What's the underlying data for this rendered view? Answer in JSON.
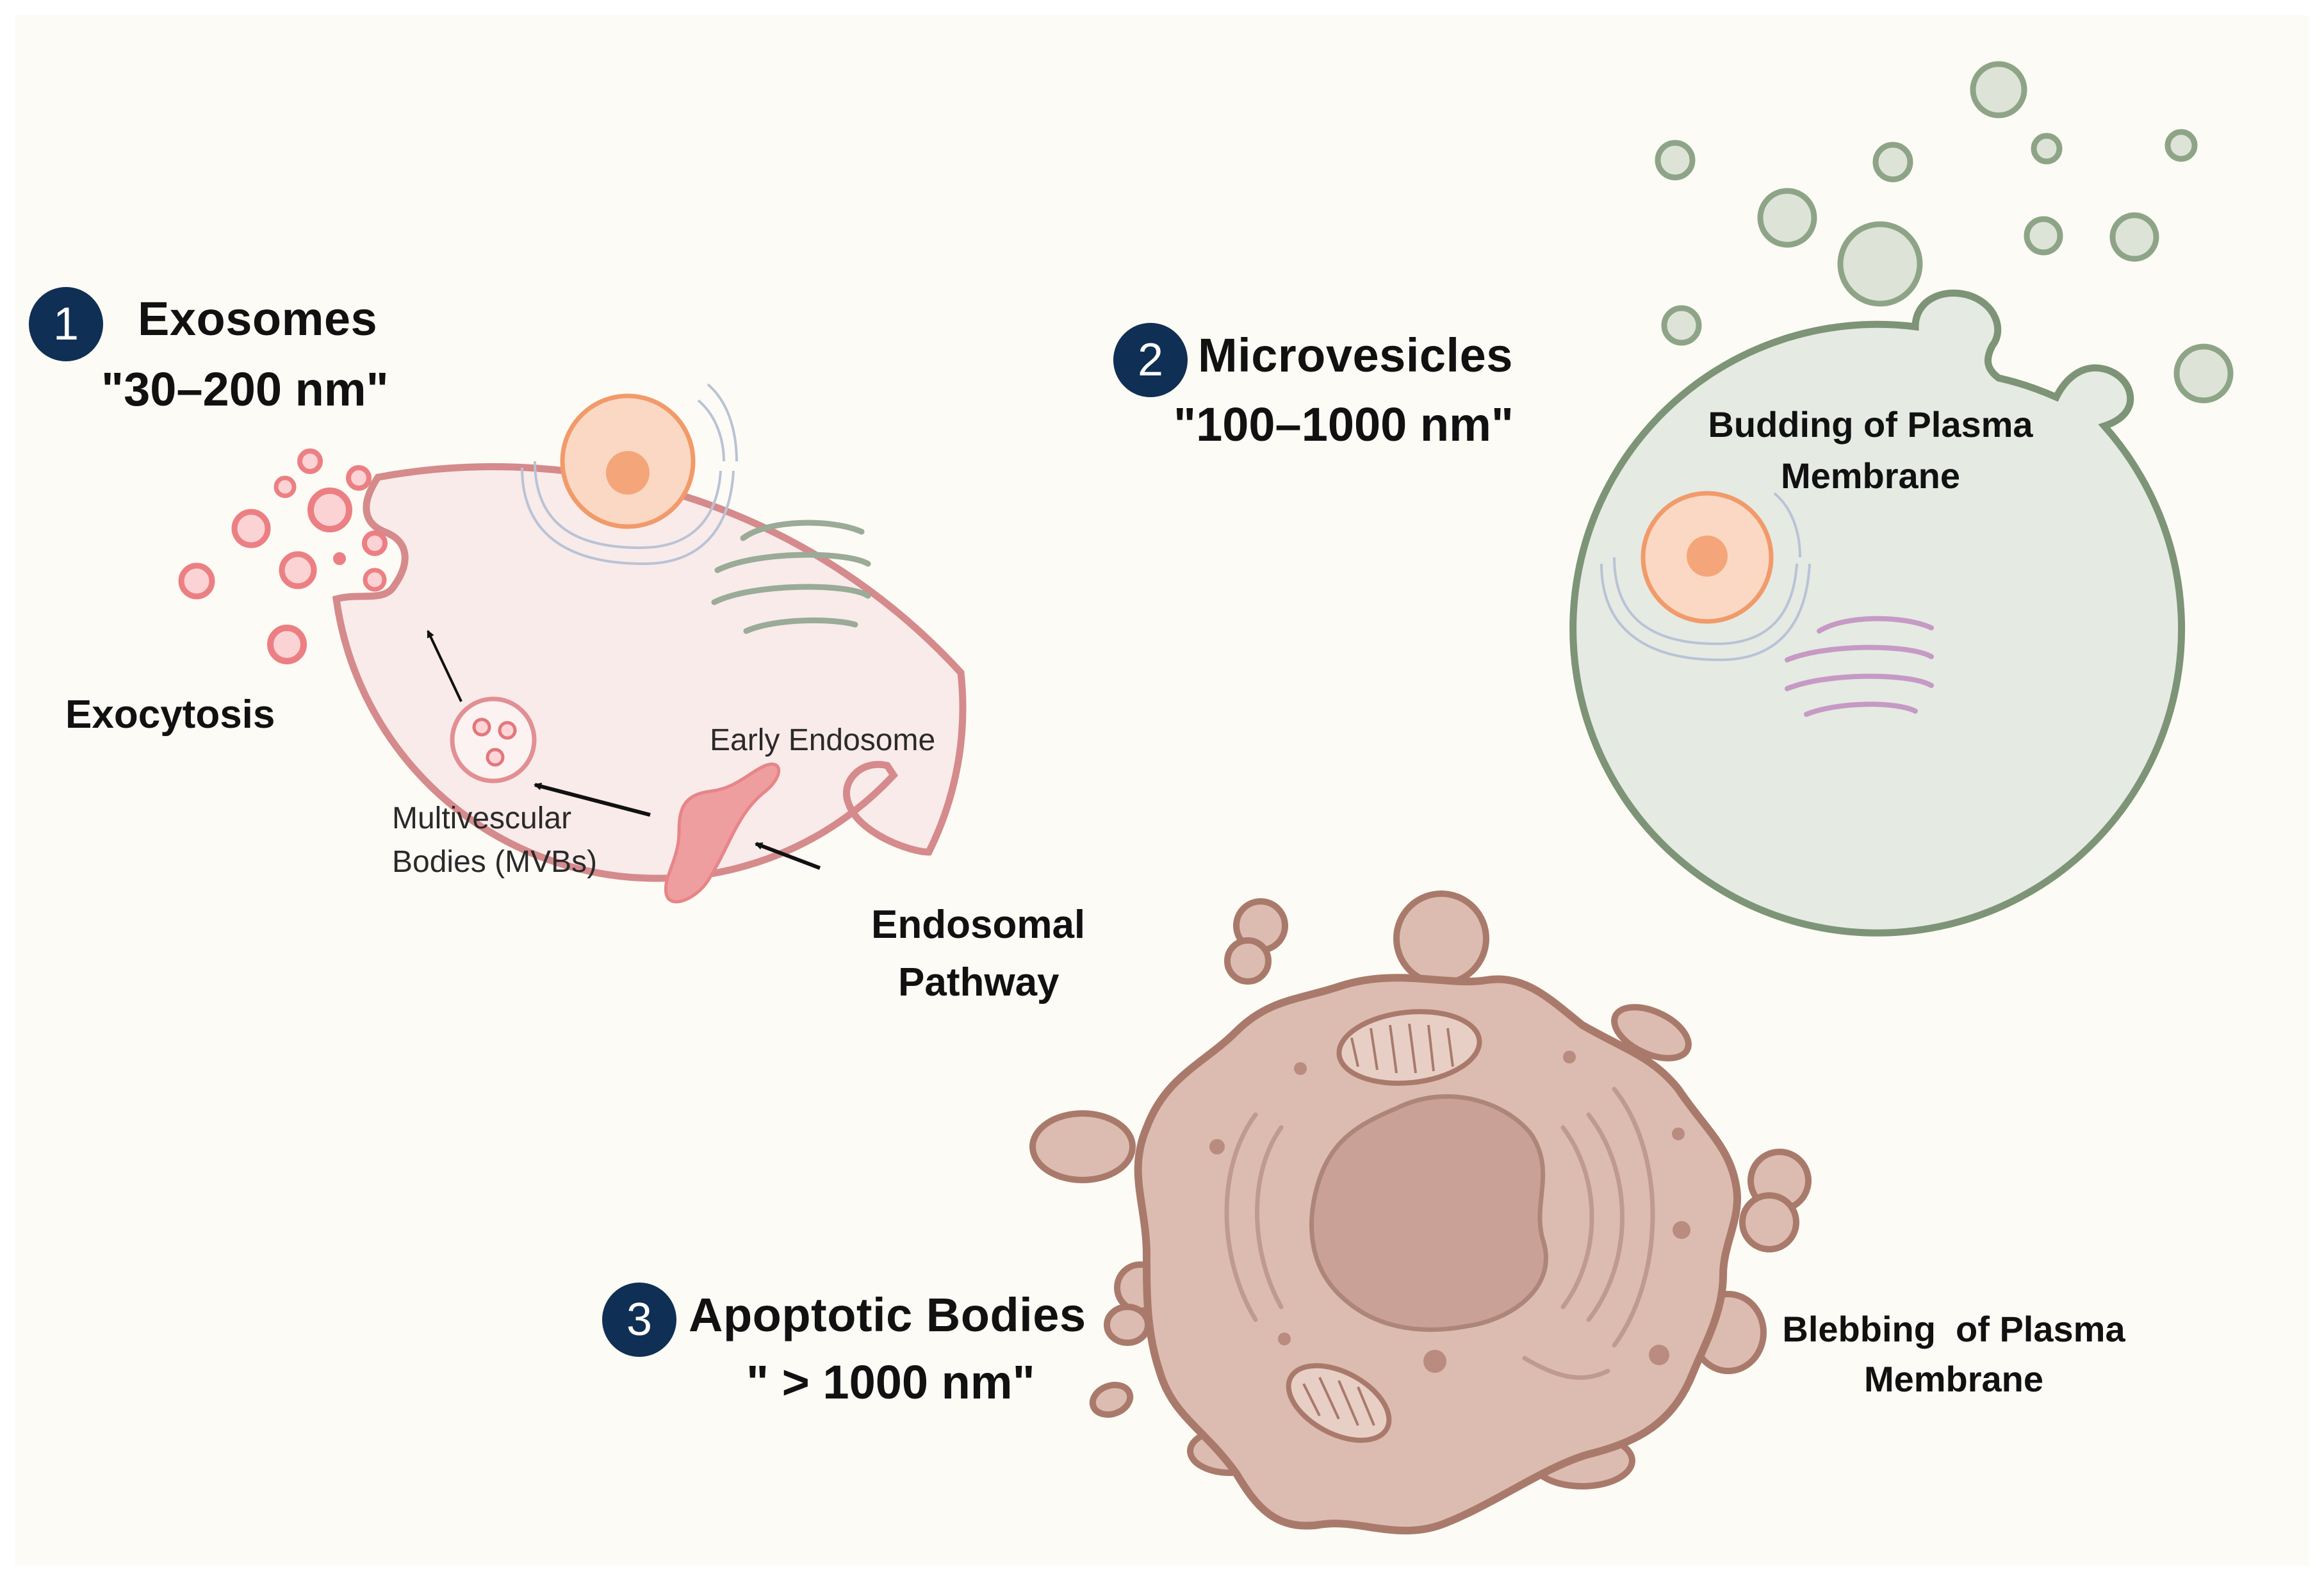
{
  "exosomes": {
    "number": "1",
    "title": "Exosomes",
    "size": "\"30–200 nm\"",
    "label_exocytosis": "Exocytosis",
    "label_early_endosome": "Early Endosome",
    "label_mvb_line1": "Multivescular",
    "label_mvb_line2": "Bodies (MVBs)",
    "label_pathway_line1": "Endosomal",
    "label_pathway_line2": "Pathway"
  },
  "microvesicles": {
    "number": "2",
    "title": "Microvesicles",
    "size": "\"100–1000 nm\"",
    "label_budding_line1": "Budding of Plasma",
    "label_budding_line2": "Membrane"
  },
  "apoptotic": {
    "number": "3",
    "title": "Apoptotic Bodies",
    "size": "\" > 1000 nm\"",
    "label_blebbing_line1": "Blebbing  of Plasma",
    "label_blebbing_line2": "Membrane"
  },
  "colors": {
    "exosome_cell_fill": "#f9ebea",
    "exosome_cell_stroke": "#d58a8c",
    "vesicle_pink": "#ec7f83",
    "microvesicle_cell_fill": "#e5eae3",
    "microvesicle_stroke": "#7d9477",
    "apoptotic_fill": "#dcbcb0",
    "apoptotic_stroke": "#a97a6b",
    "badge": "#0f2f55"
  }
}
